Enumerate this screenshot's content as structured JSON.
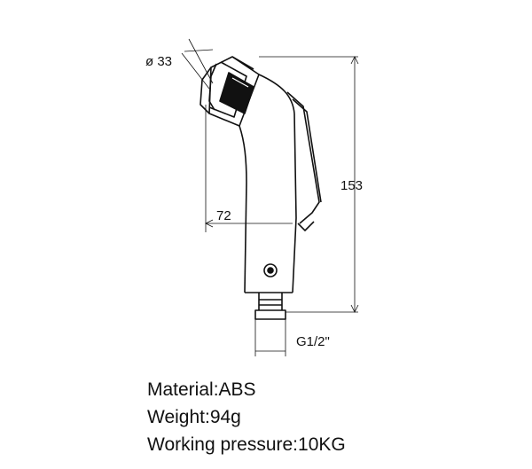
{
  "dimensions": {
    "diameter": "ø 33",
    "height": "153",
    "width": "72",
    "thread": "G1/2\""
  },
  "specs": {
    "material": "Material:ABS",
    "weight": "Weight:94g",
    "pressure": "Working pressure:10KG"
  }
}
